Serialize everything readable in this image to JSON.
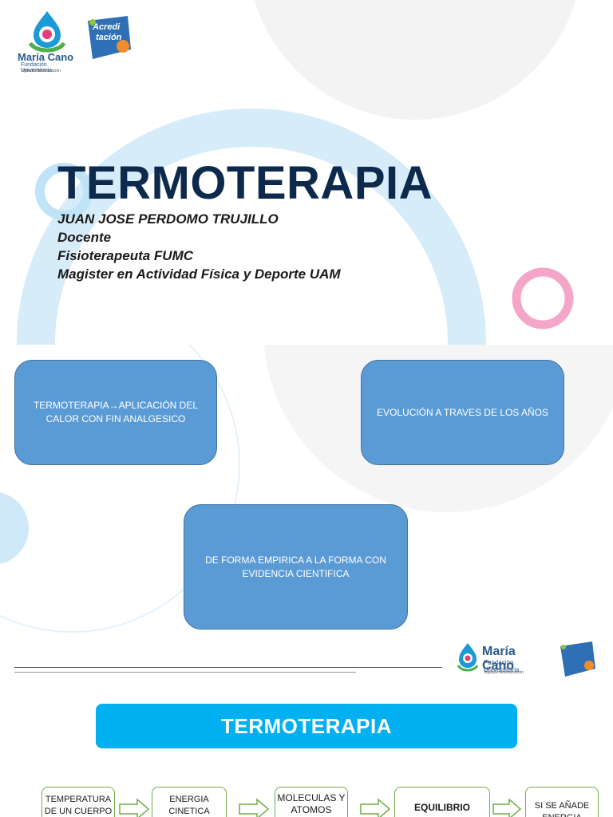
{
  "slide1": {
    "logo": {
      "name": "María Cano",
      "sub1": "Fundación Universitaria",
      "sub2": "Vigilada Mineducación"
    },
    "badge": {
      "text1": "Acredi",
      "text2": "tación"
    },
    "title": "TERMOTERAPIA",
    "lines": [
      "JUAN  JOSE PERDOMO TRUJILLO",
      "Docente",
      "Fisioterapeuta FUMC",
      "Magister en Actividad Física y Deporte UAM"
    ]
  },
  "slide2": {
    "box1": "TERMOTERAPIA→APLICACIÓN DEL CALOR CON FIN ANALGESICO",
    "box2": "EVOLUCIÓN A TRAVES DE LOS AÑOS",
    "box3": "DE FORMA EMPIRICA A LA FORMA CON EVIDENCIA CIENTIFICA",
    "logo": {
      "name": "María Cano",
      "sub1": "Fundación Universitaria",
      "sub2": "Vigilada Mineducación"
    }
  },
  "slide3": {
    "banner": "TERMOTERAPIA",
    "flow": [
      "TEMPERATURA DE UN CUERPO",
      "ENERGIA CINETICA",
      "MOLECULAS Y ATOMOS",
      "EQUILIBRIO",
      "SI SE AÑADE ENERGIA"
    ]
  },
  "colors": {
    "navy": "#0d2a4d",
    "box_blue": "#5b9bd5",
    "banner_cyan": "#00b0f0",
    "green": "#70ad47",
    "pink": "#f4a6c8",
    "light_blue": "#cfe9f8"
  }
}
